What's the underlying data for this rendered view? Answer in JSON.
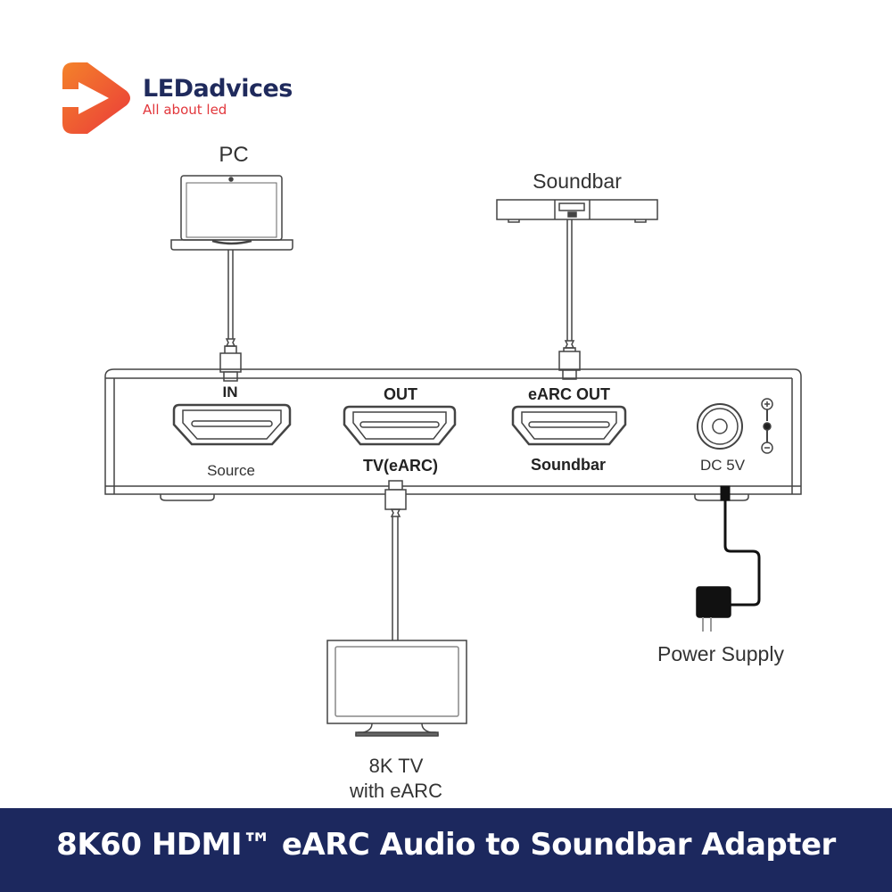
{
  "brand": {
    "name": "LEDadvices",
    "tagline": "All about led",
    "colors": {
      "name": "#1f2a5c",
      "tagline": "#e2373c",
      "icon_start": "#f4822a",
      "icon_end": "#ea3a3a"
    }
  },
  "devices": {
    "pc": "PC",
    "soundbar": "Soundbar",
    "tv_line1": "8K TV",
    "tv_line2": "with eARC",
    "power_supply": "Power Supply"
  },
  "adapter": {
    "ports": [
      {
        "top_label": "IN",
        "bottom_label": "Source"
      },
      {
        "top_label": "OUT",
        "bottom_label": "TV(eARC)"
      },
      {
        "top_label": "eARC OUT",
        "bottom_label": "Soundbar"
      }
    ],
    "power_label": "DC 5V",
    "polarity": {
      "plus": "+",
      "minus": "−"
    }
  },
  "banner": {
    "title": "8K60 HDMI™ eARC Audio to Soundbar Adapter",
    "background": "#1c285e"
  }
}
